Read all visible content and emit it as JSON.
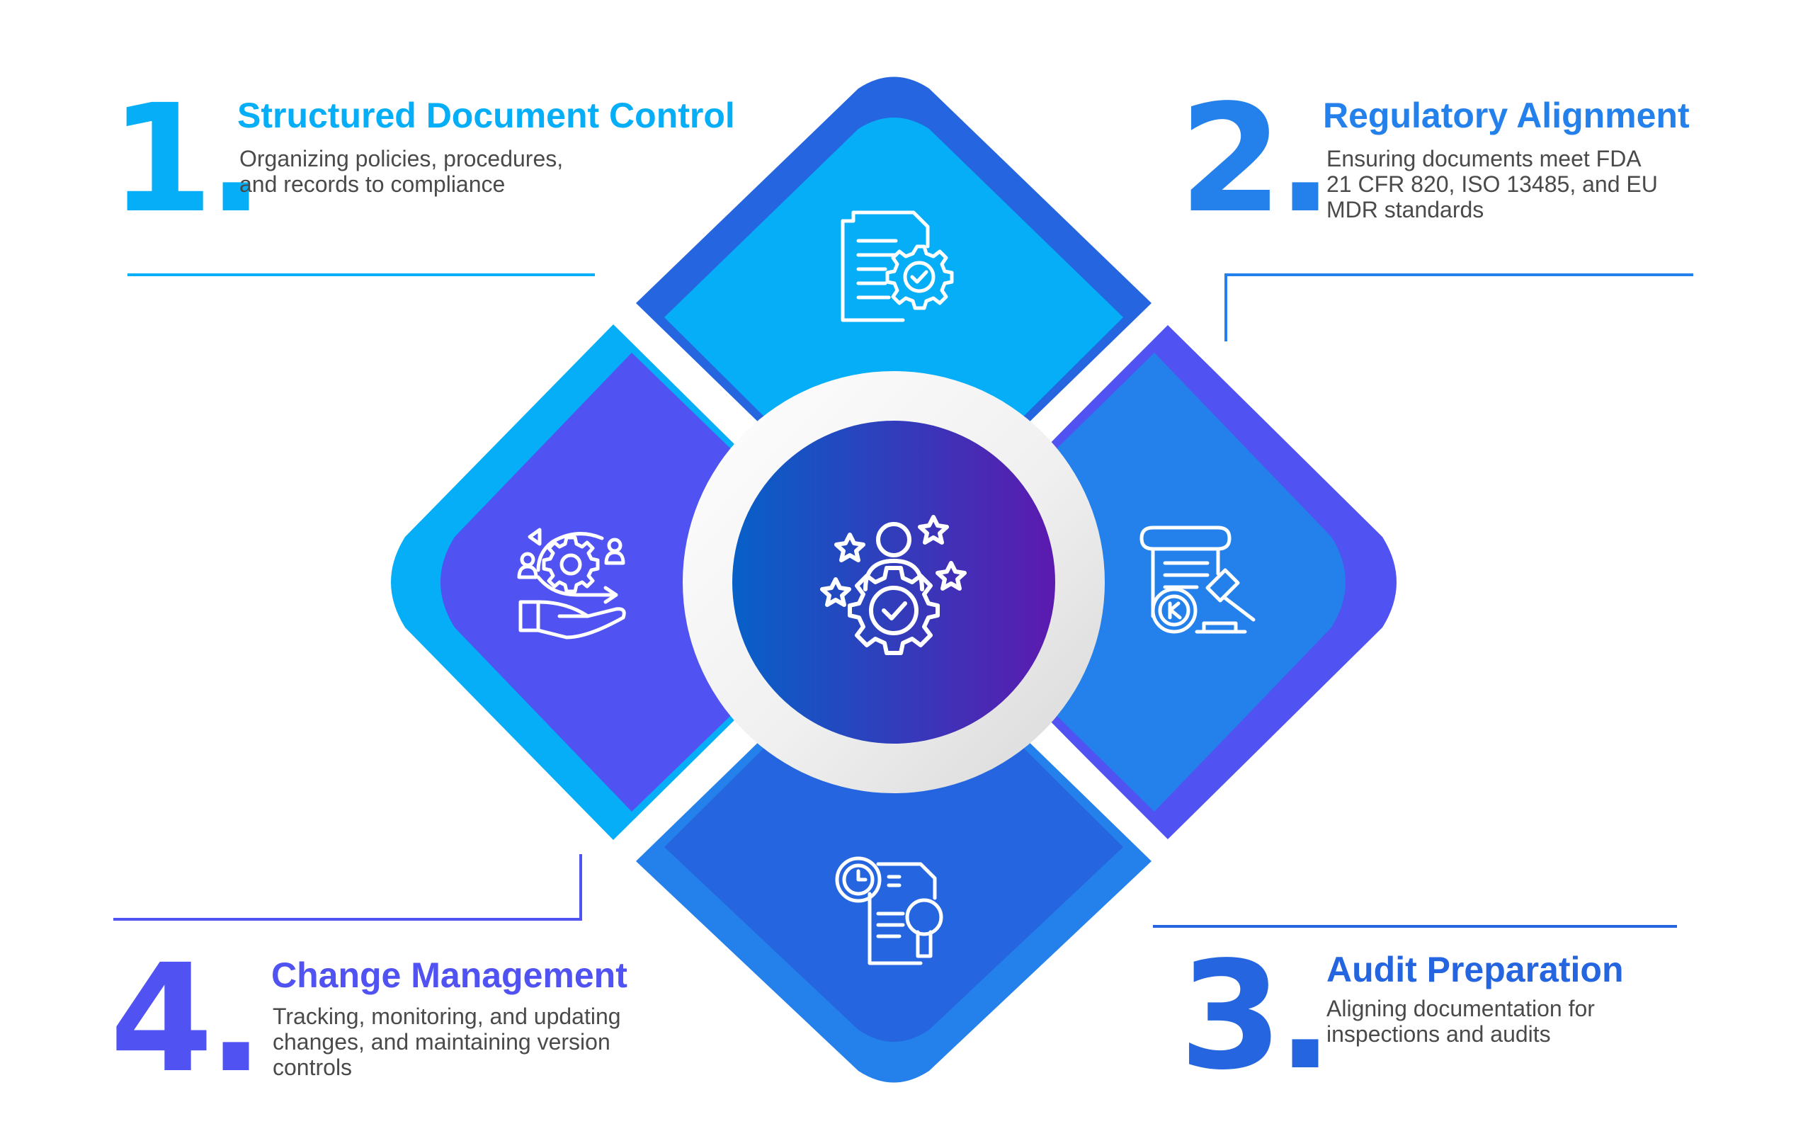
{
  "colors": {
    "cyan": "#05AEF7",
    "blue": "#2480EA",
    "royal": "#2566E0",
    "violet": "#5052F1",
    "text": "#4a4a4a"
  },
  "items": [
    {
      "number": "1.",
      "title": "Structured Document Control",
      "lines": [
        "Organizing policies, procedures,",
        "and records to compliance"
      ],
      "icon": "document-gear-check-icon"
    },
    {
      "number": "2.",
      "title": "Regulatory Alignment",
      "lines": [
        "Ensuring documents meet FDA",
        "21 CFR 820, ISO 13485, and EU",
        "MDR standards"
      ],
      "icon": "regulation-scroll-gavel-icon"
    },
    {
      "number": "3.",
      "title": "Audit Preparation",
      "lines": [
        "Aligning documentation for",
        "inspections and audits"
      ],
      "icon": "audit-clock-magnifier-icon"
    },
    {
      "number": "4.",
      "title": "Change Management",
      "lines": [
        "Tracking, monitoring, and updating",
        "changes, and maintaining version",
        "controls"
      ],
      "icon": "change-cycle-hand-icon"
    }
  ],
  "center_icon": "user-gear-stars-icon"
}
